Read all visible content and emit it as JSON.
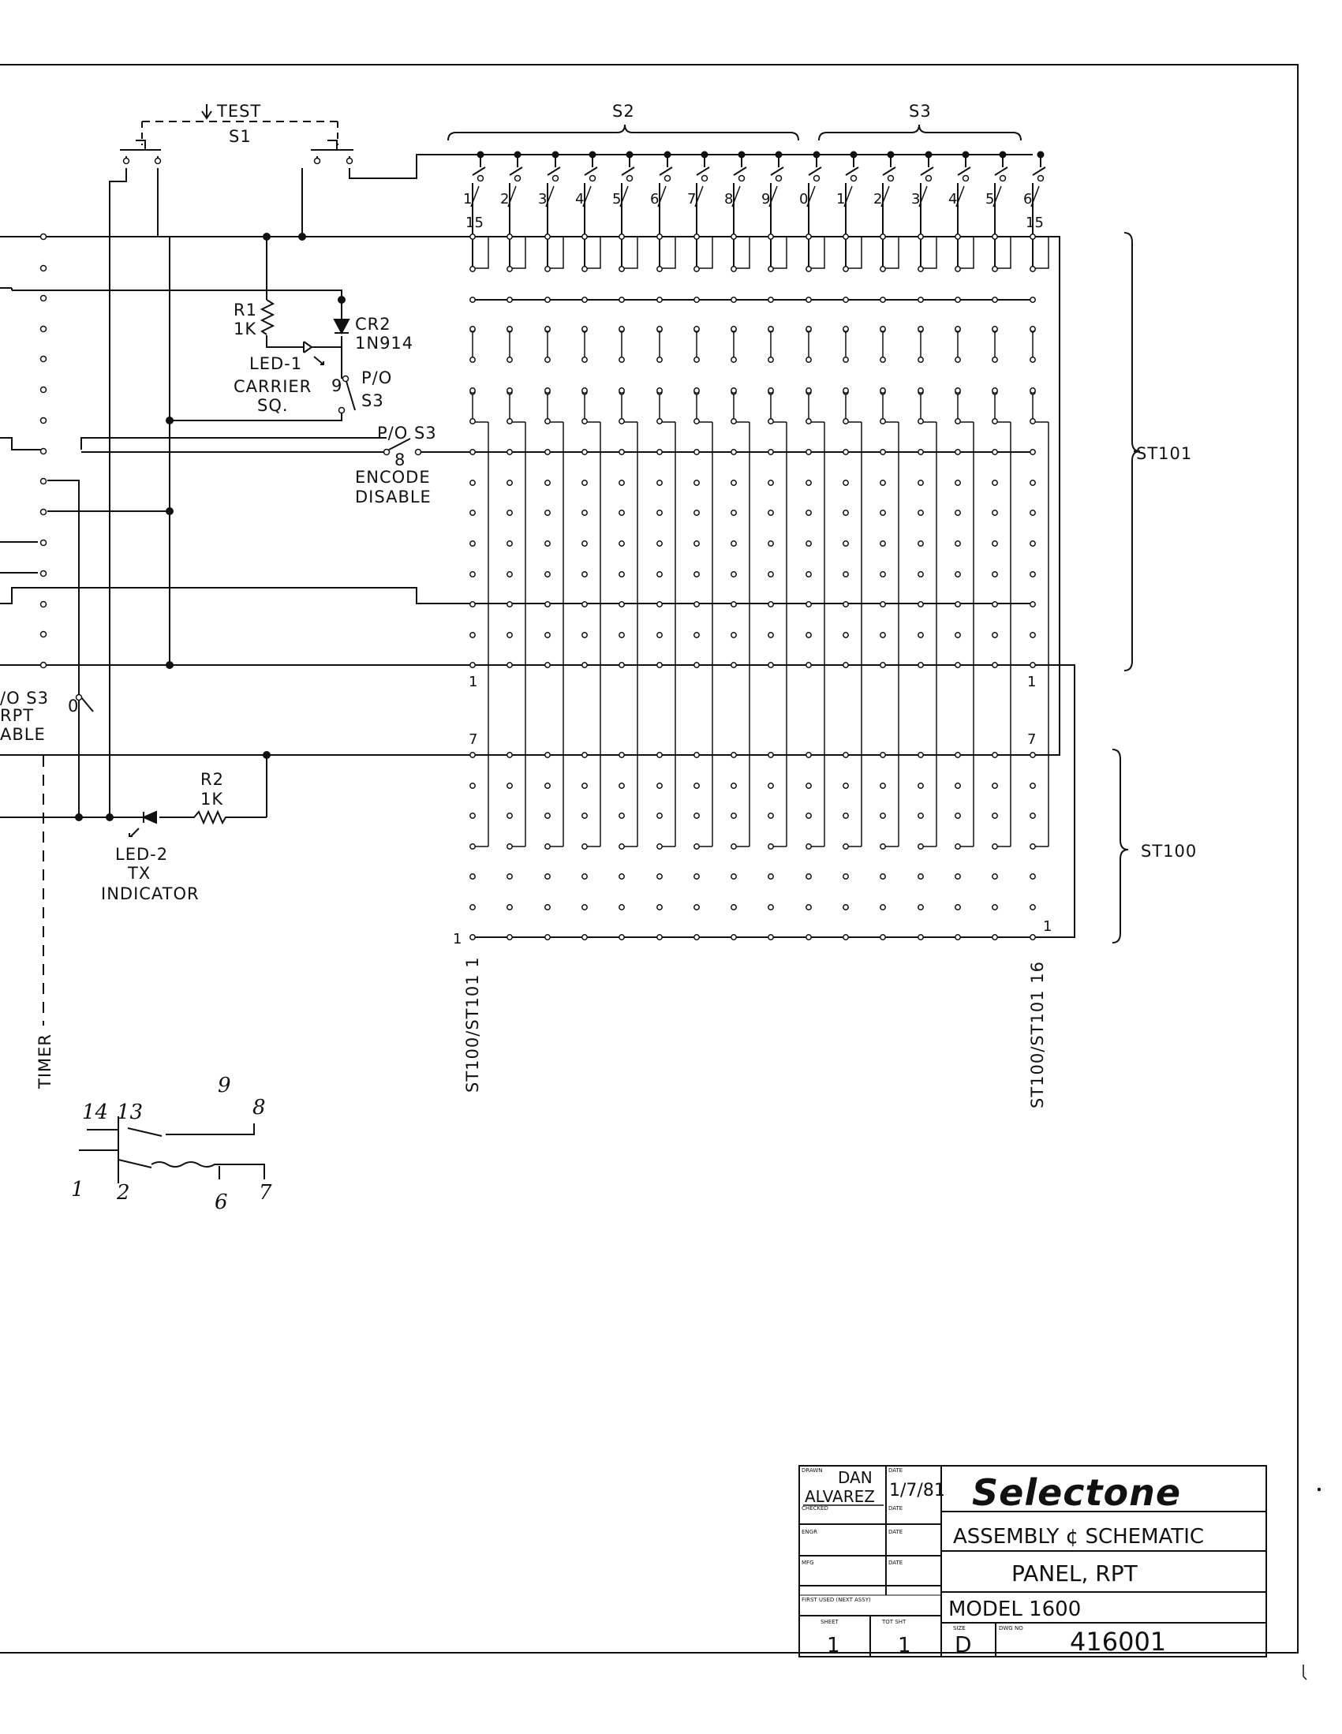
{
  "test_label": "TEST",
  "s1_label": "S1",
  "s2_label": "S2",
  "s3_label": "S3",
  "s2_positions": [
    "1",
    "2",
    "3",
    "4",
    "5",
    "6",
    "7",
    "8",
    "9",
    "0"
  ],
  "s3_positions": [
    "1",
    "2",
    "3",
    "4",
    "5",
    "6"
  ],
  "pin15_left": "15",
  "pin15_right": "15",
  "r1_label": "R1",
  "r1_value": "1K",
  "cr2_label": "CR2",
  "cr2_value": "1N914",
  "led1_label": "LED-1",
  "led1_name1": "CARRIER",
  "led1_name2": "SQ.",
  "po_s3_9_line1": "P/O",
  "po_s3_9_line2": "S3",
  "pin9": "9",
  "po_s3_8": "P/O S3",
  "pin8": "8",
  "encode1": "ENCODE",
  "encode2": "DISABLE",
  "po_s3_left": "/O S3",
  "rpt_left": "RPT",
  "able_left": "ABLE",
  "pin0": "0",
  "r2_label": "R2",
  "r2_value": "1K",
  "led2_label": "LED-2",
  "led2_name1": "TX",
  "led2_name2": "INDICATOR",
  "timer_label": "TIMER",
  "st101_label": "ST101",
  "st100_label": "ST100",
  "pin1_left": "1",
  "pin1_right": "1",
  "pin7_left": "7",
  "pin7_right": "7",
  "bottom_pin_left": "1",
  "bottom_pin_right": "1",
  "st_left_vertical": "ST100/ST101 1",
  "st_right_vertical": "ST100/ST101 16",
  "hand_numbers": [
    "14",
    "13",
    "9",
    "8",
    "1",
    "2",
    "6",
    "7"
  ],
  "title_block": {
    "drawn_caption": "DRAWN",
    "drawn_by_1": "DAN",
    "drawn_by_2": "ALVAREZ",
    "date_caption": "DATE",
    "drawn_date": "1/7/81",
    "checked_caption": "CHECKED",
    "engr_caption": "ENGR",
    "mfg_caption": "MFG",
    "company": "Selectone",
    "title_line1": "ASSEMBLY ¢ SCHEMATIC",
    "title_line2": "PANEL, RPT",
    "model": "MODEL 1600",
    "first_used_caption": "FIRST USED (NEXT ASSY)",
    "sheet_caption": "SHEET",
    "sheet": "1",
    "tot_sht_caption": "TOT SHT",
    "total_sheets": "1",
    "size_caption": "SIZE",
    "size": "D",
    "dwg_no_caption": "DWG NO",
    "drawing_number": "416001"
  }
}
